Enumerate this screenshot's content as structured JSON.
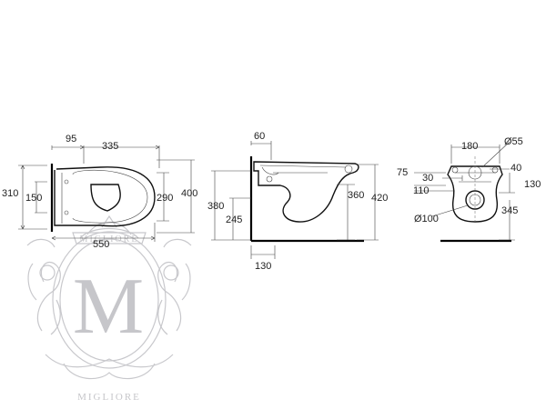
{
  "logo": {
    "monogram": "M",
    "text": "MIGLIORE"
  },
  "top_view": {
    "dims": [
      "95",
      "335",
      "310",
      "150",
      "290",
      "400",
      "550"
    ]
  },
  "side_view": {
    "dims": [
      "60",
      "380",
      "245",
      "360",
      "420",
      "130"
    ]
  },
  "rear_view": {
    "dims": [
      "180",
      "Ø55",
      "75",
      "30",
      "40",
      "110",
      "130",
      "345",
      "Ø100"
    ]
  }
}
